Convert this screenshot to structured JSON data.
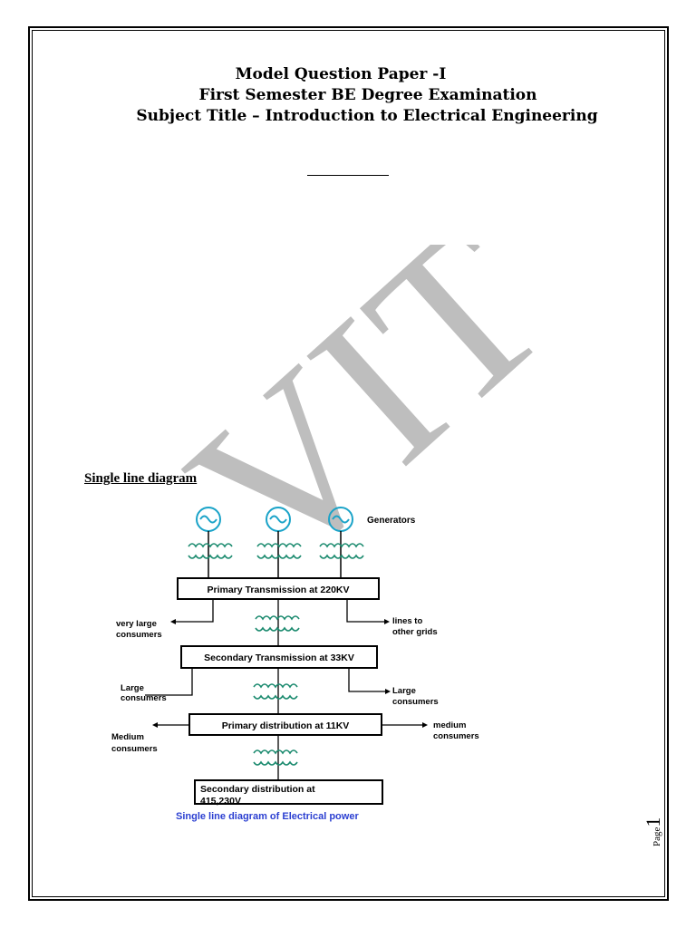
{
  "header": {
    "line1": "Model Question Paper -I",
    "line2": "First Semester BE Degree Examination",
    "line3": "Subject Title – Introduction to  Electrical Engineering"
  },
  "watermark": {
    "text": "VIT",
    "color": "#b3b3b3"
  },
  "section": {
    "title": "Single line diagram"
  },
  "diagram": {
    "generators_label": "Generators",
    "primary_transmission": "Primary Transmission at 220KV",
    "very_large_consumers": [
      "very large",
      "consumers"
    ],
    "lines_to_other_grids": [
      "lines to",
      "other grids"
    ],
    "secondary_transmission": "Secondary Transmission at 33KV",
    "large_consumers_left": [
      "Large",
      "consumers"
    ],
    "large_consumers_right": [
      "Large",
      "consumers"
    ],
    "primary_distribution": "Primary distribution at 11KV",
    "medium_consumers_left": [
      "Medium",
      "consumers"
    ],
    "medium_consumers_right": [
      "medium",
      "consumers"
    ],
    "secondary_distribution": [
      "Secondary  distribution at",
      "415,230V"
    ],
    "caption": "Single line diagram of Electrical power",
    "caption_color": "#2b3fd1",
    "generator_color": "#1aa3c8",
    "transformer_color": "#1a8a6e"
  },
  "footer": {
    "page_word": "Page",
    "page_number": "1"
  }
}
